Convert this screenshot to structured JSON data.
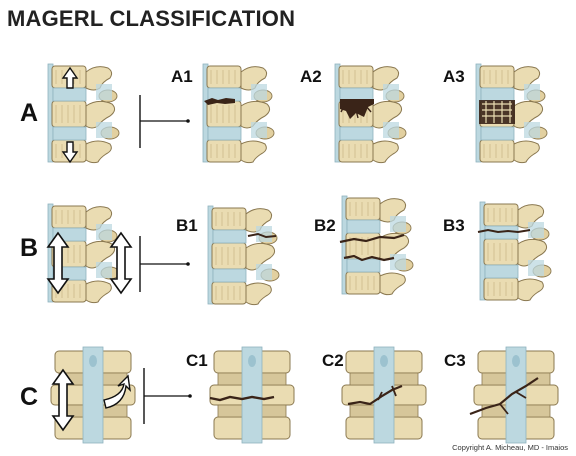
{
  "title": "MAGERL CLASSIFICATION",
  "rows": [
    {
      "label": "A",
      "subtypes": [
        "A1",
        "A2",
        "A3"
      ]
    },
    {
      "label": "B",
      "subtypes": [
        "B1",
        "B2",
        "B3"
      ]
    },
    {
      "label": "C",
      "subtypes": [
        "C1",
        "C2",
        "C3"
      ]
    }
  ],
  "copyright": "Copyright A. Micheau, MD - Imaios",
  "colors": {
    "bone": "#eadcb2",
    "bone_shadow": "#cdb98a",
    "bone_outline": "#8a7850",
    "disc": "#bcd8e0",
    "ligament": "#a9cad6",
    "fracture": "#3a2418"
  }
}
